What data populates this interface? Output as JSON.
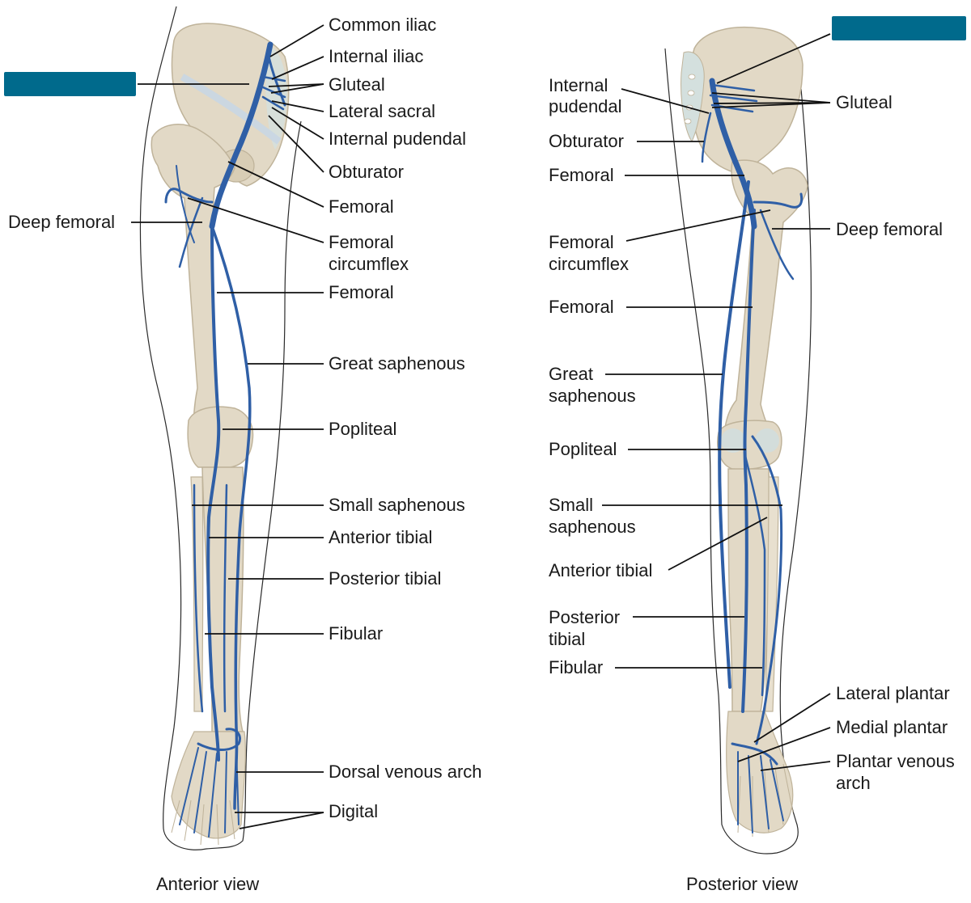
{
  "colors": {
    "vein": "#2f5fa6",
    "vein_dark": "#1f4886",
    "bone": "#e2d9c6",
    "bone_edge": "#bfb39a",
    "skin_edge": "#2a2a2a",
    "leader": "#111111",
    "label_box": "#006a8c",
    "nerve": "#c9d6e3",
    "cartilage": "#cfdde0"
  },
  "views": {
    "anterior": {
      "caption": "Anterior view",
      "labels": {
        "common_iliac": "Common iliac",
        "internal_iliac": "Internal iliac",
        "gluteal": "Gluteal",
        "lateral_sacral": "Lateral sacral",
        "internal_pudendal": "Internal pudendal",
        "obturator": "Obturator",
        "femoral_upper": "Femoral",
        "deep_femoral": "Deep femoral",
        "femoral_circumflex_1": "Femoral",
        "femoral_circumflex_2": "circumflex",
        "femoral_lower": "Femoral",
        "great_saphenous": "Great saphenous",
        "popliteal": "Popliteal",
        "small_saphenous": "Small saphenous",
        "anterior_tibial": "Anterior tibial",
        "posterior_tibial": "Posterior tibial",
        "fibular": "Fibular",
        "dorsal_venous_arch": "Dorsal venous arch",
        "digital": "Digital"
      }
    },
    "posterior": {
      "caption": "Posterior view",
      "labels": {
        "internal_pudendal_1": "Internal",
        "internal_pudendal_2": "pudendal",
        "gluteal": "Gluteal",
        "obturator": "Obturator",
        "femoral_upper": "Femoral",
        "deep_femoral": "Deep femoral",
        "femoral_circumflex_1": "Femoral",
        "femoral_circumflex_2": "circumflex",
        "femoral_lower": "Femoral",
        "great_saphenous_1": "Great",
        "great_saphenous_2": "saphenous",
        "popliteal": "Popliteal",
        "small_saphenous_1": "Small",
        "small_saphenous_2": "saphenous",
        "anterior_tibial": "Anterior tibial",
        "posterior_tibial_1": "Posterior",
        "posterior_tibial_2": "tibial",
        "fibular": "Fibular",
        "lateral_plantar": "Lateral plantar",
        "medial_plantar": "Medial plantar",
        "plantar_venous_arch_1": "Plantar venous",
        "plantar_venous_arch_2": "arch"
      }
    }
  }
}
